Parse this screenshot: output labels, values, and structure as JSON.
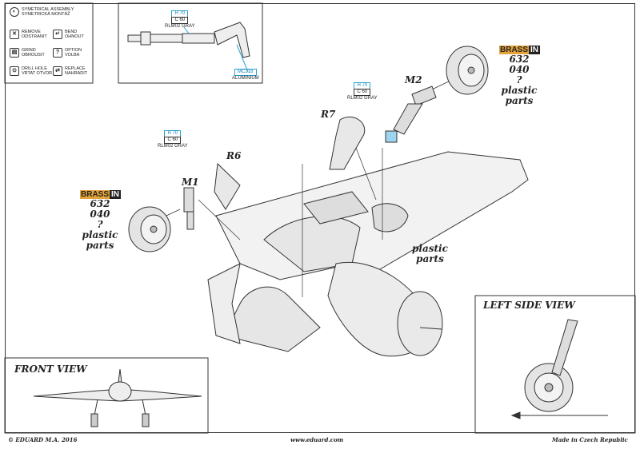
{
  "legend": [
    {
      "icon": "symmetry-icon",
      "line1": "SYMETRICAL ASSEMBLY",
      "line2": "SYMETRICKÁ MONTÁŽ"
    },
    {
      "icon": "remove-icon",
      "line1": "REMOVE",
      "line2": "ODSTRANIT"
    },
    {
      "icon": "bend-icon",
      "line1": "BEND",
      "line2": "OHNOUT"
    },
    {
      "icon": "grind-icon",
      "line1": "GRIND",
      "line2": "OBROUSIT"
    },
    {
      "icon": "option-icon",
      "line1": "OPTION",
      "line2": "VOLBA"
    },
    {
      "icon": "drill-icon",
      "line1": "DRILL HOLE",
      "line2": "VRTAT OTVOR"
    },
    {
      "icon": "replace-icon",
      "line1": "REPLACE",
      "line2": "NAHRADIT"
    }
  ],
  "top_detail": {
    "h": "H 70",
    "c": "C 60",
    "name": "RLM02 GRAY",
    "mc": "MC218",
    "mc_name": "ALUMINIUM"
  },
  "paint_r": {
    "h": "H 70",
    "c": "C 60",
    "name": "RLM02 GRAY"
  },
  "paint_l": {
    "h": "H 70",
    "c": "C 60",
    "name": "RLM02 GRAY"
  },
  "parts": {
    "r6": "R6",
    "r7": "R7",
    "m1": "M1",
    "m2": "M2"
  },
  "brassin_right": {
    "b1": "BRASS",
    "b2": "IN",
    "code": "632 040",
    "q": "?",
    "l1": "plastic",
    "l2": "parts"
  },
  "brassin_left": {
    "b1": "BRASS",
    "b2": "IN",
    "code": "632 040",
    "q": "?",
    "l1": "plastic",
    "l2": "parts"
  },
  "plastic_center": {
    "l1": "plastic",
    "l2": "parts"
  },
  "front_view": "FRONT VIEW",
  "left_side_view": "LEFT SIDE VIEW",
  "footer": {
    "left": "© EDUARD  M.A. 2016",
    "center": "www.eduard.com",
    "right": "Made in Czech Republic"
  }
}
